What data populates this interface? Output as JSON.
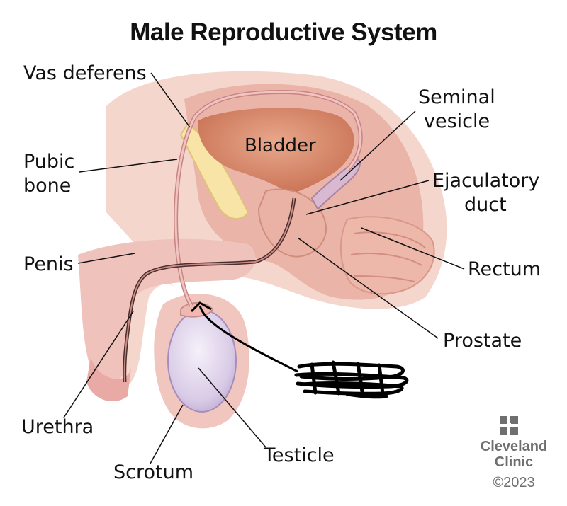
{
  "title": "Male Reproductive System",
  "labels": {
    "vas_deferens": "Vas deferens",
    "seminal_vesicle_1": "Seminal",
    "seminal_vesicle_2": "vesicle",
    "bladder": "Bladder",
    "pubic_bone_1": "Pubic",
    "pubic_bone_2": "bone",
    "ejaculatory_duct_1": "Ejaculatory",
    "ejaculatory_duct_2": "duct",
    "penis": "Penis",
    "rectum": "Rectum",
    "prostate": "Prostate",
    "urethra": "Urethra",
    "testicle": "Testicle",
    "scrotum": "Scrotum"
  },
  "logo": {
    "name_1": "Cleveland",
    "name_2": "Clinic",
    "copyright": "©2023"
  },
  "colors": {
    "skin": "#f2cfc6",
    "tissue": "#e7a99b",
    "bladder": "#d9805f",
    "testicle": "#e6dcef",
    "line": "#111111",
    "logo": "#6f6f6f",
    "scribble": "#000000"
  }
}
